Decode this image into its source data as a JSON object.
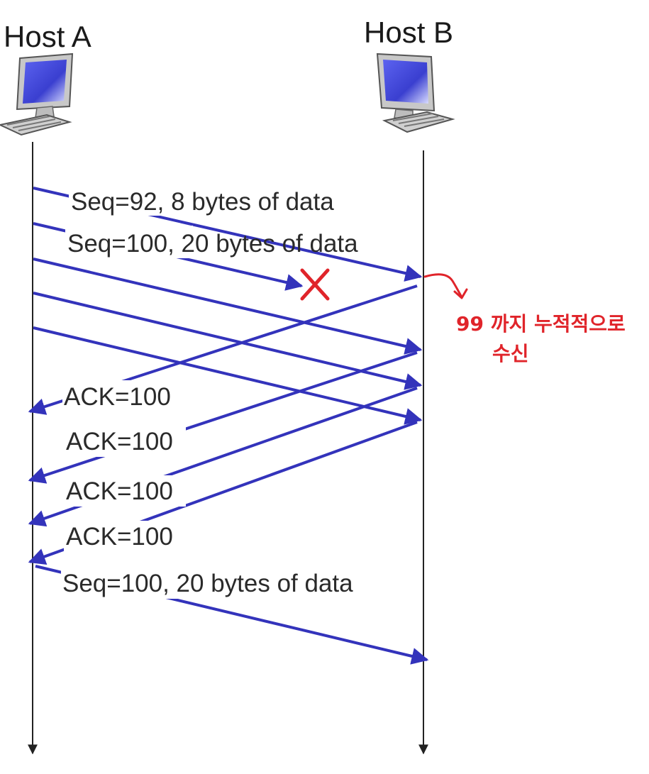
{
  "hosts": {
    "a": {
      "label": "Host A"
    },
    "b": {
      "label": "Host B"
    }
  },
  "messages": [
    {
      "id": "seq92",
      "direction": "A-to-B",
      "label": "Seq=92, 8 bytes of data",
      "status": "delivered"
    },
    {
      "id": "seq100",
      "direction": "A-to-B",
      "label": "Seq=100, 20 bytes of data",
      "status": "lost"
    },
    {
      "id": "seg3",
      "direction": "A-to-B",
      "label": "",
      "status": "delivered"
    },
    {
      "id": "seg4",
      "direction": "A-to-B",
      "label": "",
      "status": "delivered"
    },
    {
      "id": "seg5",
      "direction": "A-to-B",
      "label": "",
      "status": "delivered"
    },
    {
      "id": "ack1",
      "direction": "B-to-A",
      "label": "ACK=100",
      "status": "delivered"
    },
    {
      "id": "ack2",
      "direction": "B-to-A",
      "label": "ACK=100",
      "status": "delivered"
    },
    {
      "id": "ack3",
      "direction": "B-to-A",
      "label": "ACK=100",
      "status": "delivered"
    },
    {
      "id": "ack4",
      "direction": "B-to-A",
      "label": "ACK=100",
      "status": "delivered"
    },
    {
      "id": "retransmit",
      "direction": "A-to-B",
      "label": "Seq=100, 20 bytes of data",
      "status": "delivered"
    }
  ],
  "annotation": {
    "line1": "99 까지 누적적으로",
    "line2": "수신"
  },
  "colors": {
    "arrow": "#3333bb",
    "timeline": "#222222",
    "loss_marker": "#e0242a",
    "annotation": "#e0242a",
    "monitor_screen": "#3a3fd0"
  },
  "icons": [
    "computer-icon",
    "loss-x-icon",
    "annotation-arrow-icon"
  ]
}
